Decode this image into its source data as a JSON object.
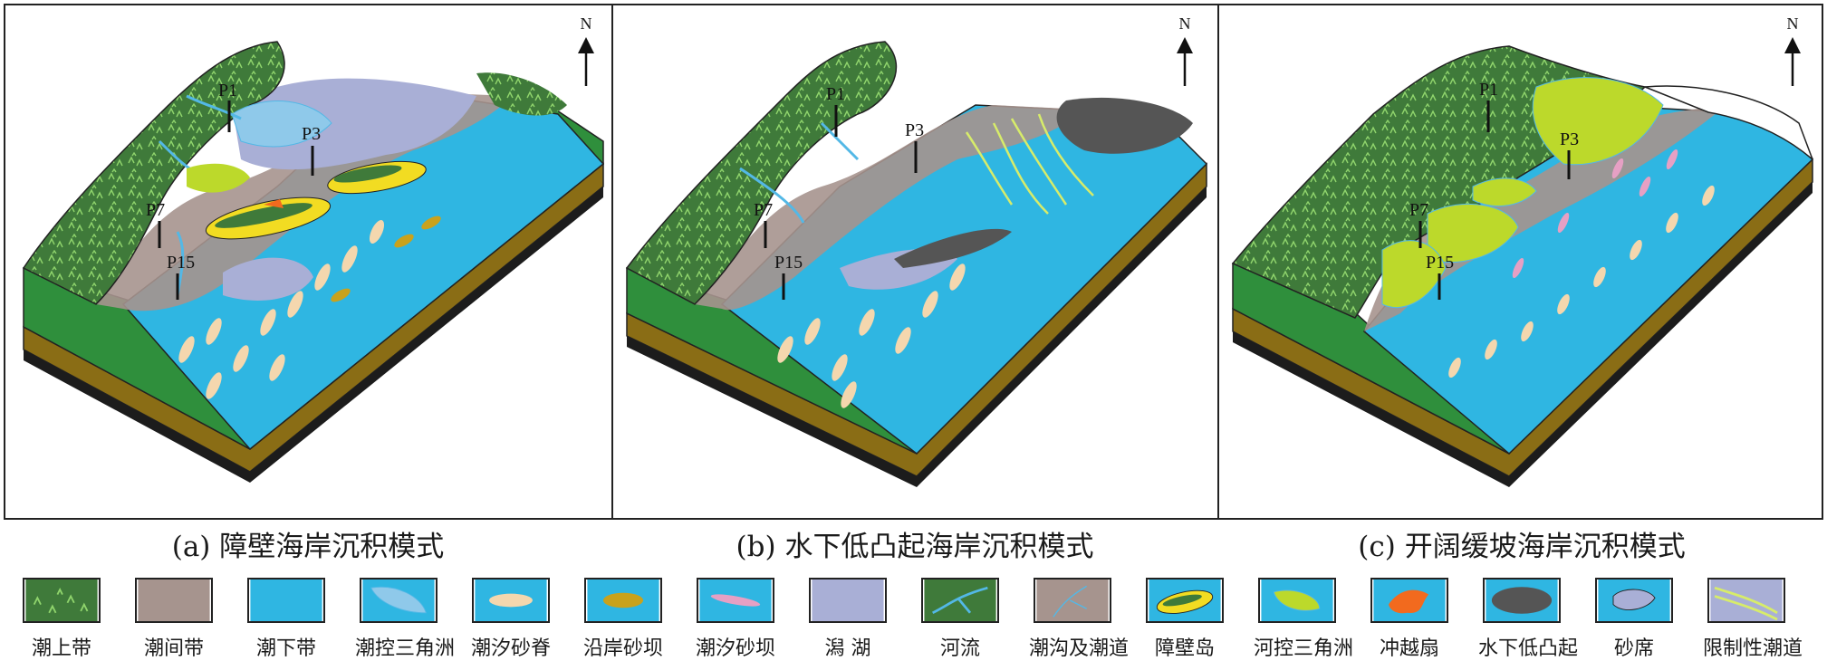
{
  "panels": [
    {
      "id": "a",
      "caption": "(a) 障壁海岸沉积模式",
      "north": "N",
      "wells": [
        "P1",
        "P3",
        "P7",
        "P15"
      ]
    },
    {
      "id": "b",
      "caption": "(b) 水下低凸起海岸沉积模式",
      "north": "N",
      "wells": [
        "P1",
        "P3",
        "P7",
        "P15"
      ]
    },
    {
      "id": "c",
      "caption": "(c) 开阔缓坡海岸沉积模式",
      "north": "N",
      "wells": [
        "P1",
        "P3",
        "P7",
        "P15"
      ]
    }
  ],
  "legend": [
    {
      "label": "潮上带",
      "icon": "supratidal-swatch"
    },
    {
      "label": "潮间带",
      "icon": "intertidal-swatch"
    },
    {
      "label": "潮下带",
      "icon": "subtidal-swatch"
    },
    {
      "label": "潮控三角洲",
      "icon": "tidal-delta-swatch"
    },
    {
      "label": "潮汐砂脊",
      "icon": "tidal-sand-ridge-swatch"
    },
    {
      "label": "沿岸砂坝",
      "icon": "longshore-bar-swatch"
    },
    {
      "label": "潮汐砂坝",
      "icon": "tidal-bar-swatch"
    },
    {
      "label": "潟 湖",
      "icon": "lagoon-swatch"
    },
    {
      "label": "河流",
      "icon": "river-swatch"
    },
    {
      "label": "潮沟及潮道",
      "icon": "tidal-channel-swatch"
    },
    {
      "label": "障壁岛",
      "icon": "barrier-island-swatch"
    },
    {
      "label": "河控三角洲",
      "icon": "river-delta-swatch"
    },
    {
      "label": "冲越扇",
      "icon": "washover-fan-swatch"
    },
    {
      "label": "水下低凸起",
      "icon": "submarine-uplift-swatch"
    },
    {
      "label": "砂席",
      "icon": "sand-sheet-swatch"
    },
    {
      "label": "限制性潮道",
      "icon": "restricted-channel-swatch"
    }
  ],
  "colors": {
    "supratidal": "#3f7a3a",
    "intertidal": "#a6948e",
    "subtidal": "#2fb6e2",
    "lagoon": "#a9afd6",
    "sandRidge": "#f4d7ae",
    "bar": "#c9a21c",
    "barrier": "#f2dc22",
    "riverDelta": "#bcd92b",
    "washover": "#f26a1e",
    "uplift": "#555555",
    "tidalBar": "#e6a0c4",
    "side": "#2f8f3c",
    "brown": "#8a6d15",
    "river": "#53b8e6"
  }
}
